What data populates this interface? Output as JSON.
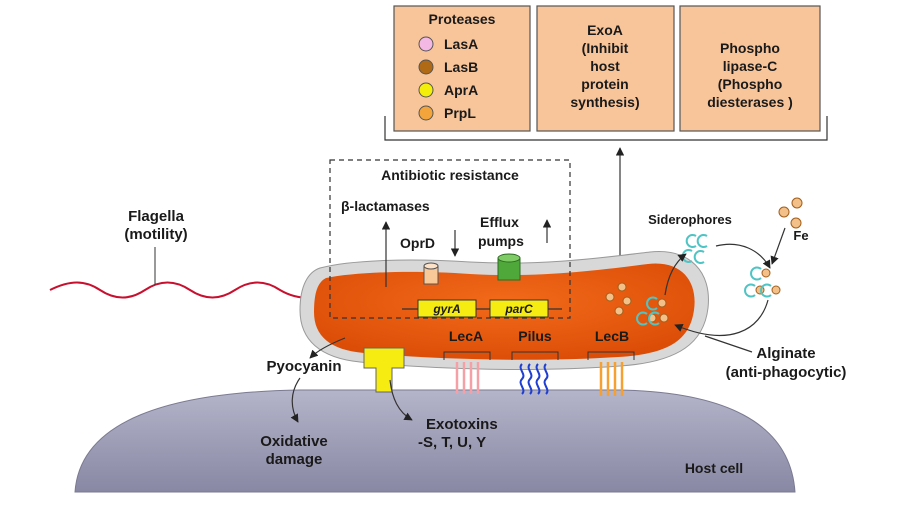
{
  "top_boxes": {
    "proteases": {
      "title": "Proteases",
      "items": [
        {
          "label": "LasA",
          "color": "#f4b8e4"
        },
        {
          "label": "LasB",
          "color": "#b06a16"
        },
        {
          "label": "AprA",
          "color": "#f4ef0a"
        },
        {
          "label": "PrpL",
          "color": "#f3a53b"
        }
      ]
    },
    "exoa": {
      "lines": [
        "ExoA",
        "(Inhibit",
        "host",
        "protein",
        "synthesis)"
      ]
    },
    "phospholipase": {
      "lines": [
        "Phospho",
        "lipase-C",
        "(Phospho",
        "diesterases )"
      ]
    },
    "box_fill": "#f8c59a"
  },
  "labels": {
    "antibiotic_resistance": "Antibiotic resistance",
    "beta_lactamases": "β-lactamases",
    "oprd": "OprD",
    "efflux_line1": "Efflux",
    "efflux_line2": "pumps",
    "flagella_line1": "Flagella",
    "flagella_line2": "(motility)",
    "siderophores": "Siderophores",
    "fe": "Fe",
    "gyra": "gyrA",
    "parc": "parC",
    "leca": "LecA",
    "pilus": "Pilus",
    "lecb": "LecB",
    "alginate_line1": "Alginate",
    "alginate_line2": "(anti-phagocytic)",
    "pyocyanin": "Pyocyanin",
    "oxidative_line1": "Oxidative",
    "oxidative_line2": "damage",
    "exotoxins_line1": "Exotoxins",
    "exotoxins_line2": "-S, T, U, Y",
    "host_cell": "Host cell"
  },
  "colors": {
    "bacterium": "#ef5a0c",
    "capsule": "#d8d8d8",
    "host_cell": "#9b9bb5",
    "gene_box": "#f7ec11",
    "flagellum": "#c8102e",
    "lecA": "#f4a0a6",
    "pilus": "#1f3fd0",
    "lecB": "#f5a030",
    "efflux": "#4fa83a",
    "oprd": "#f9c898",
    "siderophore": "#4fc4c4"
  }
}
